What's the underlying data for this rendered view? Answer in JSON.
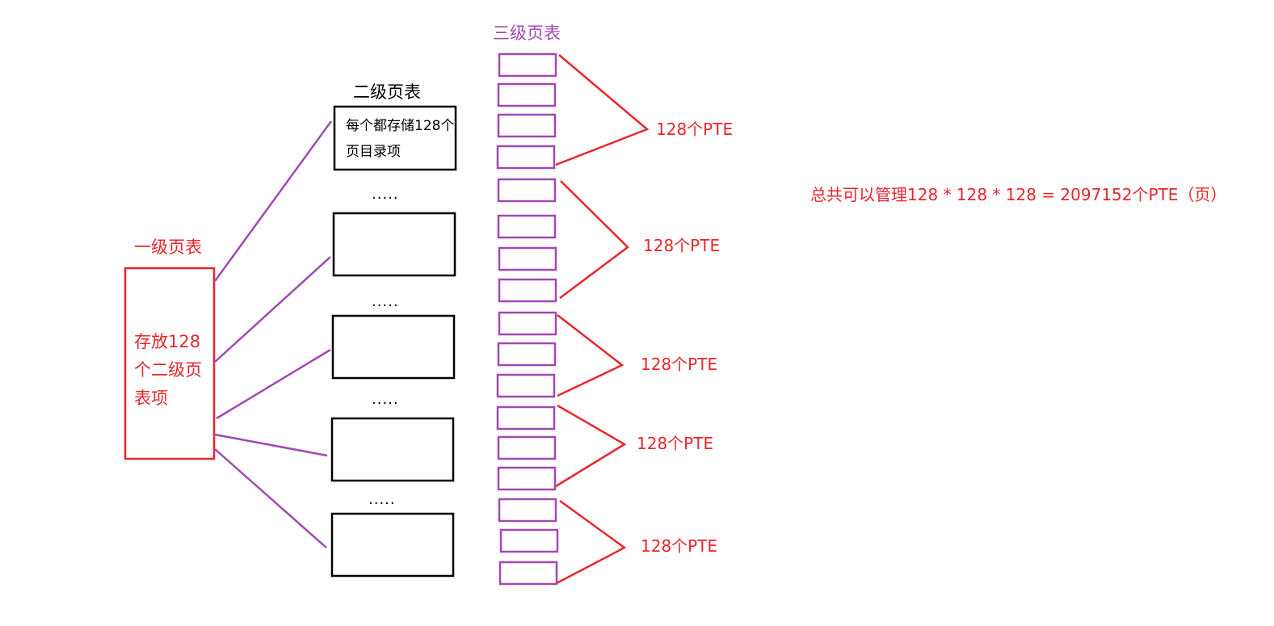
{
  "level1": {
    "title": "一级页表",
    "description": "存放128个二级页表项"
  },
  "level2": {
    "title": "二级页表",
    "description": "每个都存储128个页目录项",
    "ellipsis": "....."
  },
  "level3": {
    "title": "三级页表"
  },
  "pte_group_label": "128个PTE",
  "total_text": "总共可以管理128 * 128 * 128 = 2097152个PTE（页）",
  "colors": {
    "red": "#e8262b",
    "purple": "#a148b4",
    "black": "#000000"
  }
}
